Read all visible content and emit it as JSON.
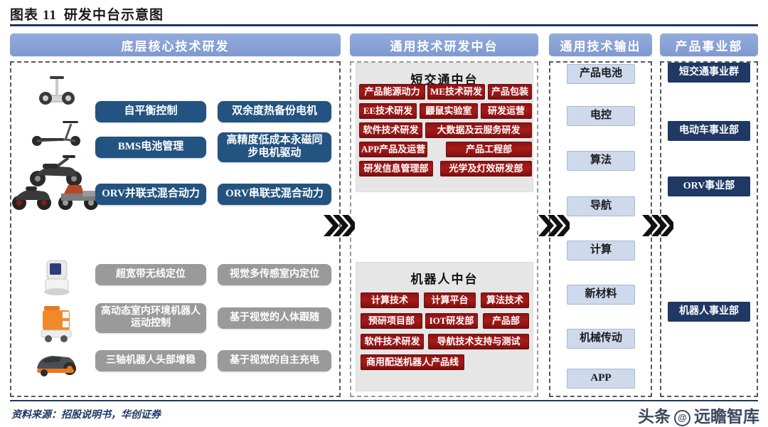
{
  "figure": {
    "label": "图表",
    "number": "11",
    "title": "研发中台示意图",
    "source": "资料来源：招股说明书，华创证券",
    "watermark_left": "头条",
    "watermark_at": "@",
    "watermark_right": "远瞻智库"
  },
  "colors": {
    "header_blue": "#8aa7db",
    "core_blue": "#235380",
    "core_gray": "#9a9a9a",
    "platform_red": "#9e1a1a",
    "output_lightblue": "#cfd9ec",
    "division_navy": "#1f3864",
    "rule_navy": "#1f3864"
  },
  "columns": {
    "core": {
      "header": "底层核心技术研发"
    },
    "platform": {
      "header": "通用技术研发中台"
    },
    "output": {
      "header": "通用技术输出"
    },
    "division": {
      "header": "产品事业部"
    }
  },
  "core_tech": {
    "vehicle_group": {
      "boxes": [
        "自平衡控制",
        "双余度热备份电机",
        "BMS电池管理",
        "高精度低成本永磁同步电机驱动",
        "ORV并联式混合动力",
        "ORV串联式混合动力"
      ],
      "images": [
        "self-balancing-scooter-photo",
        "kick-scooter-photo",
        "electric-moped-photo",
        "atv-photo",
        "utv-photo"
      ]
    },
    "robot_group": {
      "boxes": [
        "超宽带无线定位",
        "视觉多传感室内定位",
        "高动态室内环境机器人运动控制",
        "基于视觉的人体跟随",
        "三轴机器人头部增稳",
        "基于视觉的自主充电"
      ],
      "images": [
        "service-robot-photo",
        "delivery-robot-photo",
        "lawn-mower-robot-photo"
      ]
    }
  },
  "platform_cards": [
    {
      "title": "短交通中台",
      "items": [
        "产品能源动力",
        "ME技术研发",
        "产品包装",
        "EE技术研发",
        "鼹鼠实验室",
        "研发运营",
        "软件技术研发",
        "大数据及云服务研发",
        "APP产品及运营",
        "产品工程部",
        "研发信息管理部",
        "光学及灯效研发部"
      ]
    },
    {
      "title": "机器人中台",
      "items": [
        "计算技术",
        "计算平台",
        "算法技术",
        "预研项目部",
        "IOT研发部",
        "产品部",
        "软件技术研发",
        "导航技术支持与测试",
        "商用配送机器人产品线"
      ]
    }
  ],
  "output_items": [
    "产品电池",
    "电控",
    "算法",
    "导航",
    "计算",
    "新材料",
    "机械传动",
    "APP"
  ],
  "divisions": [
    "短交通事业群",
    "电动车事业部",
    "ORV事业部",
    "机器人事业部"
  ],
  "arrows": {
    "icon": "triple-chevron-right-icon",
    "count": 3
  }
}
